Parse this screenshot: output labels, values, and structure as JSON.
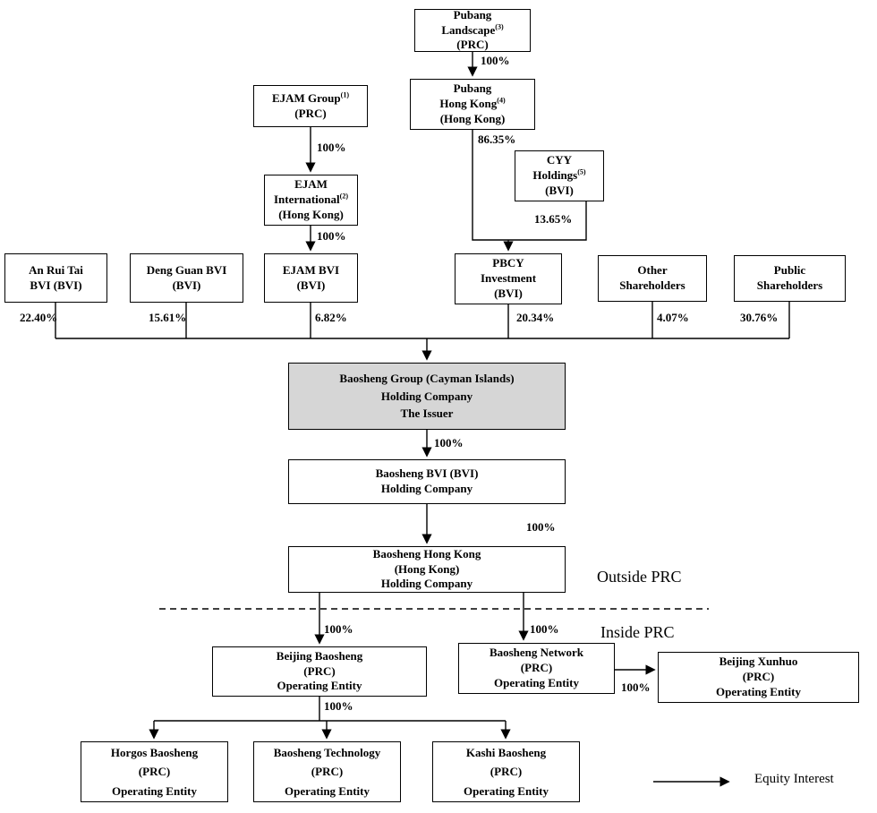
{
  "nodes": {
    "pubang_landscape": {
      "line1": "Pubang",
      "line2": "Landscape",
      "sup": "(3)",
      "line3": "(PRC)"
    },
    "ejam_group": {
      "line1": "EJAM Group",
      "sup": "(1)",
      "line2": "(PRC)"
    },
    "pubang_hk": {
      "line1": "Pubang",
      "line2": "Hong Kong",
      "sup": "(4)",
      "line3": "(Hong Kong)"
    },
    "cyy_holdings": {
      "line1": "CYY",
      "line2": "Holdings",
      "sup": "(5)",
      "line3": "(BVI)"
    },
    "ejam_international": {
      "line1": "EJAM",
      "line2": "International",
      "sup": "(2)",
      "line3": "(Hong Kong)"
    },
    "an_rui_tai": {
      "line1": "An Rui Tai",
      "line2": "BVI (BVI)"
    },
    "deng_guan": {
      "line1": "Deng Guan BVI",
      "line2": "(BVI)"
    },
    "ejam_bvi": {
      "line1": "EJAM BVI",
      "line2": "(BVI)"
    },
    "pbcy": {
      "line1": "PBCY",
      "line2": "Investment",
      "line3": "(BVI)"
    },
    "other_shareholders": {
      "line1": "Other",
      "line2": "Shareholders"
    },
    "public_shareholders": {
      "line1": "Public",
      "line2": "Shareholders"
    },
    "issuer": {
      "line1": "Baosheng Group (Cayman Islands)",
      "line2": "Holding Company",
      "line3": "The Issuer"
    },
    "baosheng_bvi": {
      "line1": "Baosheng BVI (BVI)",
      "line2": "Holding Company"
    },
    "baosheng_hk": {
      "line1": "Baosheng Hong Kong",
      "line2": "(Hong Kong)",
      "line3": "Holding Company"
    },
    "beijing_baosheng": {
      "line1": "Beijing Baosheng",
      "line2": "(PRC)",
      "line3": "Operating Entity"
    },
    "baosheng_network": {
      "line1": "Baosheng Network",
      "line2": "(PRC)",
      "line3": "Operating Entity"
    },
    "beijing_xunhuo": {
      "line1": "Beijing Xunhuo",
      "line2": "(PRC)",
      "line3": "Operating Entity"
    },
    "horgos": {
      "line1": "Horgos Baosheng",
      "line2": "(PRC)",
      "line3": "Operating Entity"
    },
    "baosheng_tech": {
      "line1": "Baosheng Technology",
      "line2": "(PRC)",
      "line3": "Operating Entity"
    },
    "kashi": {
      "line1": "Kashi Baosheng",
      "line2": "(PRC)",
      "line3": "Operating Entity"
    }
  },
  "percentages": {
    "pubang_landscape_to_hk": "100%",
    "ejam_group_to_international": "100%",
    "pubang_hk_to_pbcy": "86.35%",
    "cyy_to_pbcy": "13.65%",
    "ejam_international_to_bvi": "100%",
    "an_rui_tai": "22.40%",
    "deng_guan": "15.61%",
    "ejam_bvi": "6.82%",
    "pbcy": "20.34%",
    "other_shareholders": "4.07%",
    "public_shareholders": "30.76%",
    "issuer_to_bvi": "100%",
    "bvi_to_hk": "100%",
    "hk_to_beijing_baosheng": "100%",
    "hk_to_network": "100%",
    "network_to_xunhuo": "100%",
    "beijing_to_subsidiaries": "100%"
  },
  "regions": {
    "outside": "Outside PRC",
    "inside": "Inside PRC"
  },
  "legend": {
    "label": "Equity Interest"
  },
  "colors": {
    "issuer_fill": "#d6d6d6",
    "line": "#000000",
    "box_border": "#000000",
    "background": "#ffffff"
  }
}
